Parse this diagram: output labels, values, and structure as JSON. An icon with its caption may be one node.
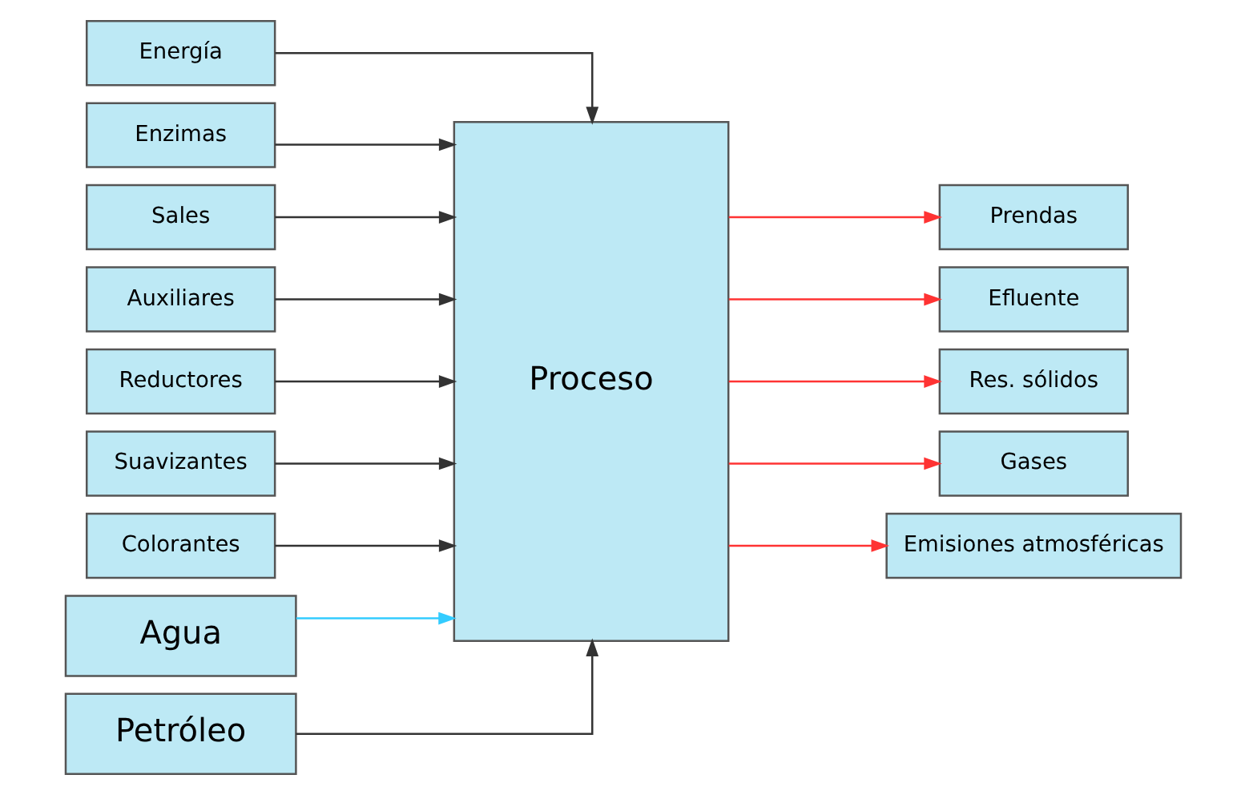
{
  "diagram": {
    "nodes": [
      {
        "text": [
          "Energía"
        ]
      },
      {
        "text": [
          "Enzimas"
        ]
      },
      {
        "text": [
          "Sales"
        ]
      },
      {
        "text": [
          "Auxiliares"
        ]
      },
      {
        "text": [
          "Reductores"
        ]
      },
      {
        "text": [
          "Suavizantes"
        ]
      },
      {
        "text": [
          "Colorantes"
        ]
      },
      {
        "text": [
          "Proceso"
        ]
      },
      {
        "text": [
          "Prendas"
        ]
      },
      {
        "text": [
          "Efluente"
        ]
      },
      {
        "text": [
          "Res. sólidos"
        ]
      },
      {
        "text": [
          "Gases"
        ]
      },
      {
        "text": [
          "Emisiones atmosféricas"
        ]
      },
      {
        "text": [
          "Agua"
        ]
      },
      {
        "text": [
          "Petróleo"
        ]
      }
    ],
    "edges": [
      {
        "from": 0,
        "to": 7,
        "arrow": "to"
      },
      {
        "from": 1,
        "to": 7,
        "arrow": "to"
      },
      {
        "from": 2,
        "to": 7,
        "arrow": "to"
      },
      {
        "from": 3,
        "to": 7,
        "arrow": "to"
      },
      {
        "from": 4,
        "to": 7,
        "arrow": "to"
      },
      {
        "from": 5,
        "to": 7,
        "arrow": "to"
      },
      {
        "from": 6,
        "to": 7,
        "arrow": "to"
      },
      {
        "from": 7,
        "to": 8,
        "arrow": "to",
        "color": "#ff3333"
      },
      {
        "from": 7,
        "to": 9,
        "arrow": "to",
        "color": "#ff3333"
      },
      {
        "from": 7,
        "to": 10,
        "arrow": "to",
        "color": "#ff3333"
      },
      {
        "from": 7,
        "to": 11,
        "arrow": "to",
        "color": "#ff3333"
      },
      {
        "from": 7,
        "to": 12,
        "arrow": "to",
        "color": "#ff3333"
      },
      {
        "from": 13,
        "to": 7,
        "arrow": "to",
        "color": "#33ccff"
      },
      {
        "from": 14,
        "to": 7,
        "arrow": "to"
      }
    ]
  }
}
